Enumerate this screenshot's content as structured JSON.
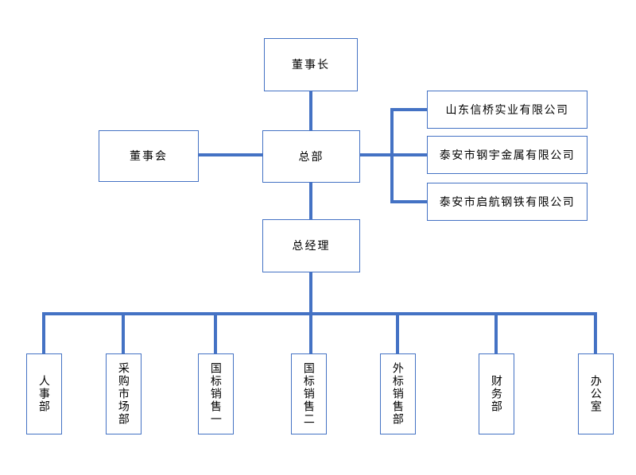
{
  "org_chart": {
    "nodes": {
      "chairman": {
        "label": "董事长"
      },
      "board": {
        "label": "董事会"
      },
      "headquarters": {
        "label": "总部"
      },
      "general_manager": {
        "label": "总经理"
      },
      "companies": [
        {
          "label": "山东信桥实业有限公司"
        },
        {
          "label": "泰安市钢宇金属有限公司"
        },
        {
          "label": "泰安市启航钢铁有限公司"
        }
      ],
      "departments": [
        {
          "label": "人事部"
        },
        {
          "label": "采购市场部"
        },
        {
          "label": "国标销售一"
        },
        {
          "label": "国标销售二"
        },
        {
          "label": "外标销售部"
        },
        {
          "label": "财务部"
        },
        {
          "label": "办公室"
        }
      ]
    },
    "colors": {
      "connector": "#4472C4",
      "box_border": "#4472C4",
      "text": "#000000",
      "background": "#FFFFFF"
    }
  }
}
